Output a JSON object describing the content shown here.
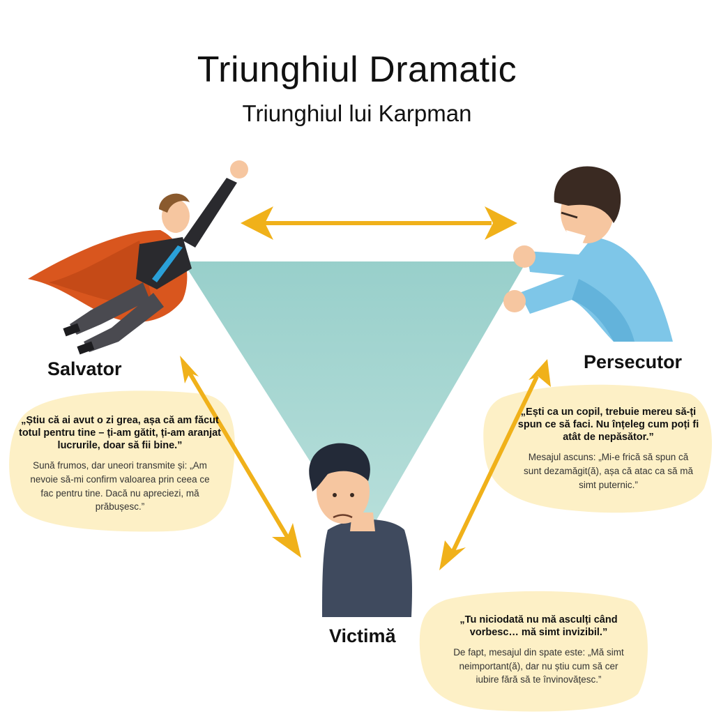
{
  "title": "Triunghiul Dramatic",
  "subtitle": "Triunghiul lui Karpman",
  "roles": {
    "rescuer": "Salvator",
    "persecutor": "Persecutor",
    "victim": "Victimă"
  },
  "bubbles": {
    "rescuer": {
      "quote": "„Știu că ai avut o zi grea, așa că am făcut totul pentru tine – ți-am gătit, ți-am aranjat lucrurile, doar să fii bine.”",
      "note": "Sună frumos, dar uneori transmite și: „Am nevoie să-mi confirm valoarea prin ceea ce fac pentru tine. Dacă nu apreciezi, mă prăbușesc.”"
    },
    "persecutor": {
      "quote": "„Ești ca un copil, trebuie mereu să-ți spun ce să faci. Nu înțeleg cum poți fi atât de nepăsător.”",
      "note": "Mesajul ascuns: „Mi-e frică să spun că sunt dezamăgit(ă), așa că atac ca să mă simt puternic.”"
    },
    "victim": {
      "quote": "„Tu niciodată nu mă asculți când vorbesc… mă simt invizibil.”",
      "note": "De fapt, mesajul din spate este: „Mă simt neimportant(ă), dar nu știu cum să cer iubire fără să te învinovățesc.”"
    }
  },
  "colors": {
    "triangle": "#9ad1cc",
    "arrow": "#f0b11a",
    "bubble": "#fdf0c6",
    "cape": "#d9561e",
    "persecutor_shirt": "#7ec6e8",
    "victim_shirt": "#3f4a5e",
    "hair": "#3a2a22",
    "skin": "#f6c6a0"
  }
}
